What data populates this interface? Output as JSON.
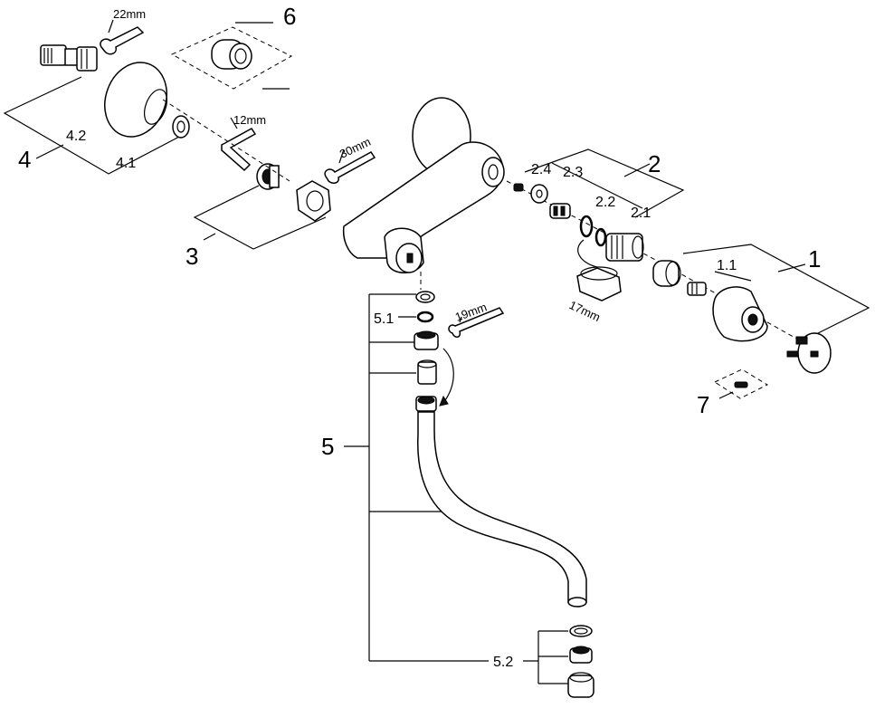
{
  "labels": {
    "l1": "1",
    "l1_1": "1.1",
    "l2": "2",
    "l2_1": "2.1",
    "l2_2": "2.2",
    "l2_3": "2.3",
    "l2_4": "2.4",
    "l3": "3",
    "l4": "4",
    "l4_1": "4.1",
    "l4_2": "4.2",
    "l5": "5",
    "l5_1": "5.1",
    "l5_2": "5.2",
    "l6": "6",
    "l7": "7"
  },
  "tools": {
    "t22": "22mm",
    "t12": "12mm",
    "t30": "30mm",
    "t17": "17mm",
    "t19": "19mm"
  }
}
